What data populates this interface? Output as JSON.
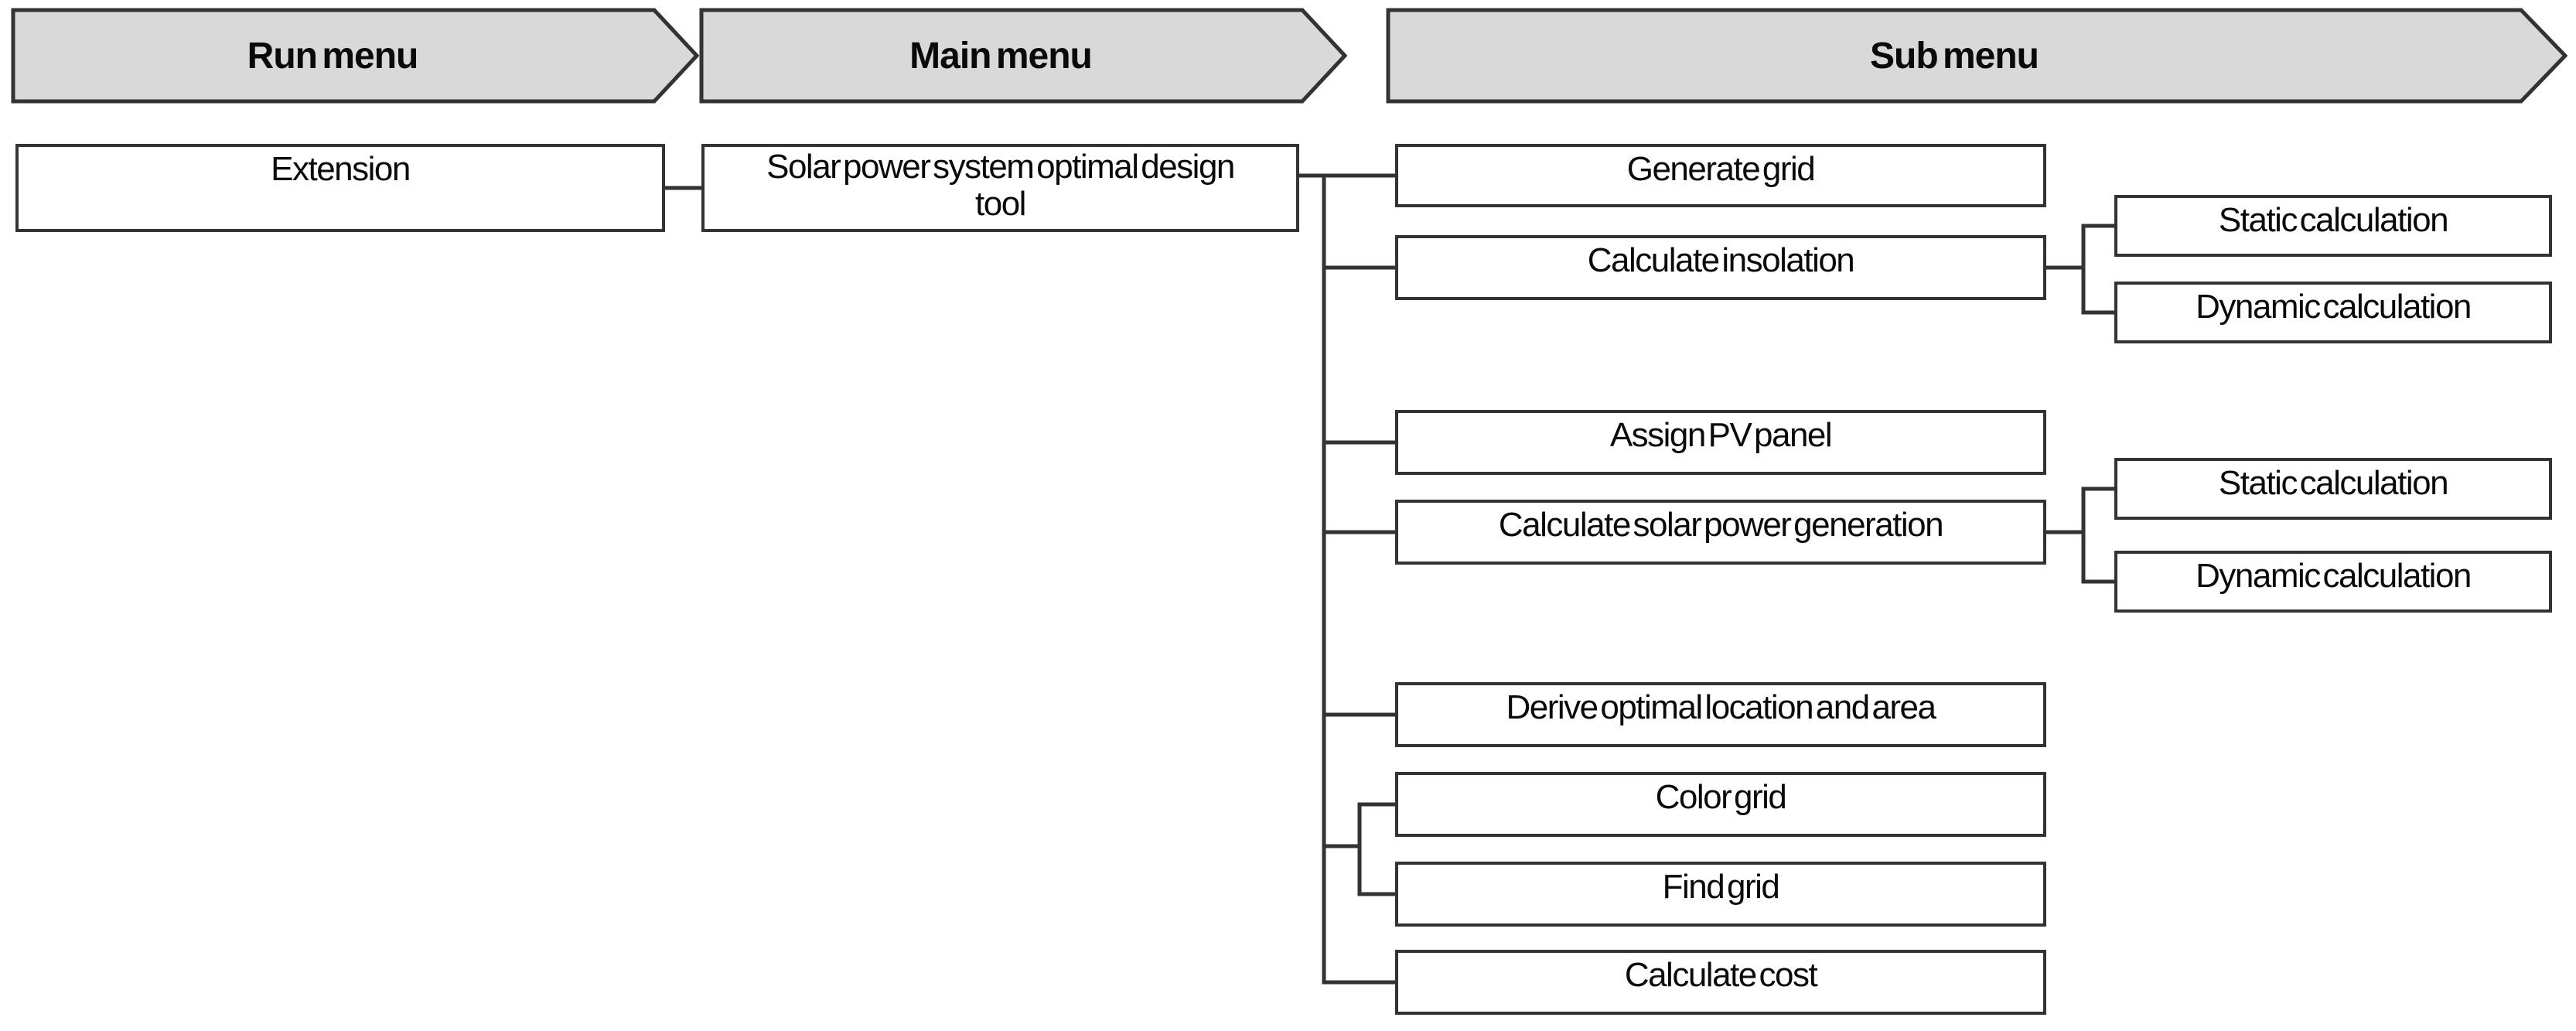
{
  "palette": {
    "arrow_fill": "#d9d9d9",
    "line": "#333333",
    "box_fill": "#ffffff",
    "text": "#0a0a0a"
  },
  "diagram": {
    "headers": [
      {
        "label": "Run menu"
      },
      {
        "label": "Main menu"
      },
      {
        "label": "Sub menu"
      }
    ],
    "nodes": {
      "extension": "Extension",
      "main_tool": "Solar power system optimal design tool",
      "generate_grid": "Generate grid",
      "calculate_insolation": "Calculate insolation",
      "insolation_static": "Static calculation",
      "insolation_dynamic": "Dynamic calculation",
      "assign_pv_panel": "Assign PV panel",
      "calculate_solar_power_generation": "Calculate solar power generation",
      "generation_static": "Static calculation",
      "generation_dynamic": "Dynamic calculation",
      "derive_optimal_location_and_area": "Derive optimal location and area",
      "color_grid": "Color grid",
      "find_grid": "Find grid",
      "calculate_cost": "Calculate cost"
    }
  }
}
